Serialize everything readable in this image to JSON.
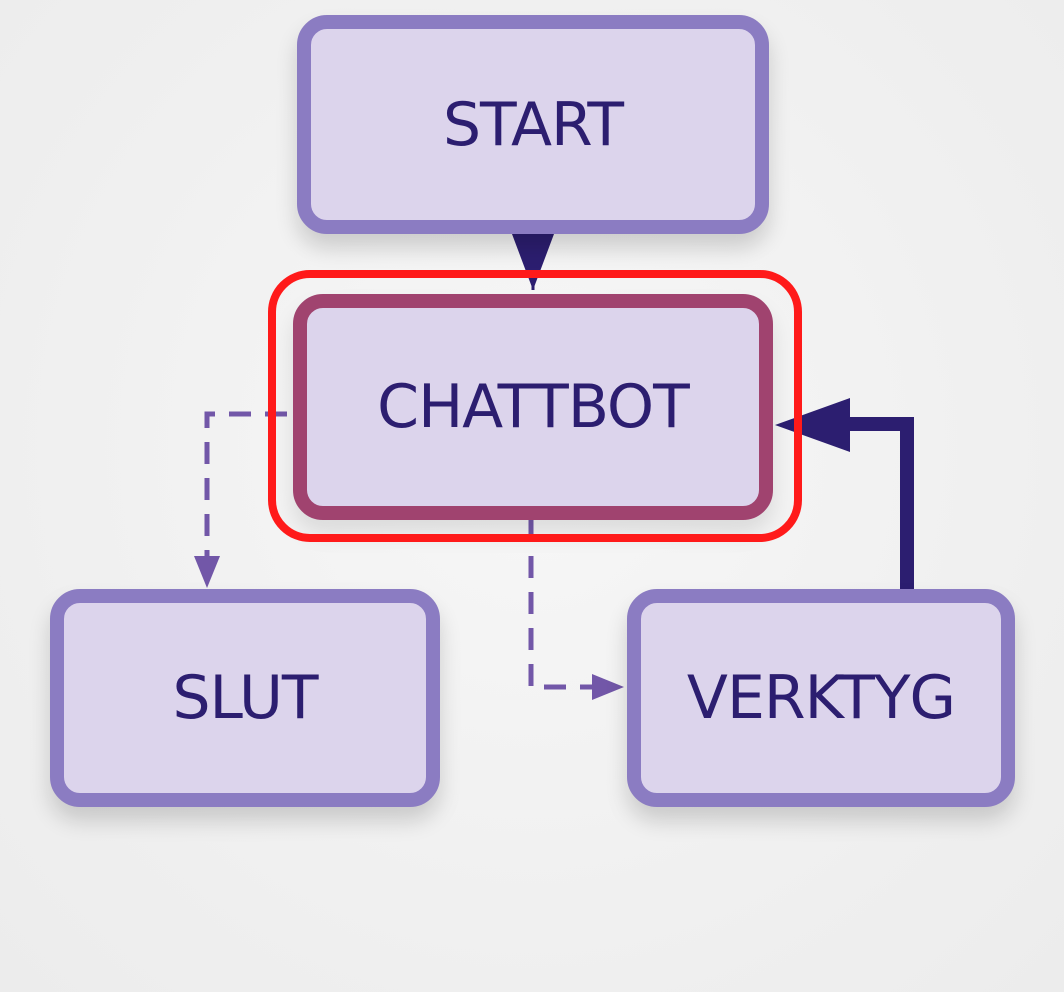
{
  "colors": {
    "node_fill": "#dcd4ec",
    "node_border": "#8b7cc2",
    "active_border": "#a0436f",
    "label": "#2c1e70",
    "highlight": "#ff1a1a",
    "edge_solid": "#2c1e70",
    "edge_dashed": "#7257a8"
  },
  "nodes": {
    "start": {
      "label": "START"
    },
    "chatbot": {
      "label": "CHATTBOT"
    },
    "slut": {
      "label": "SLUT"
    },
    "verktyg": {
      "label": "VERKTYG"
    }
  },
  "edges": [
    {
      "from": "start",
      "to": "chatbot",
      "style": "solid"
    },
    {
      "from": "chatbot",
      "to": "slut",
      "style": "dashed"
    },
    {
      "from": "chatbot",
      "to": "verktyg",
      "style": "dashed"
    },
    {
      "from": "verktyg",
      "to": "chatbot",
      "style": "solid"
    }
  ],
  "highlighted_node": "chatbot"
}
